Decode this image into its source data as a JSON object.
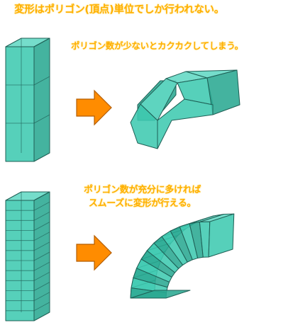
{
  "title": "変形はポリゴン(頂点)単位でしか行われない。",
  "caption_low": "ポリゴン数が少ないとカクカクしてしまう。",
  "caption_high_line1": "ポリゴン数が充分に多ければ",
  "caption_high_line2": "スムーズに変形が行える。",
  "colors": {
    "mesh_face": "#3fc9b0",
    "mesh_face_light": "#62d8c4",
    "mesh_face_dark": "#2aa892",
    "mesh_edge": "#1f5f55",
    "caption": "#ffb000",
    "arrow": "#ff8c00"
  },
  "low_poly": {
    "segments": 3
  },
  "high_poly": {
    "segments": 12
  }
}
